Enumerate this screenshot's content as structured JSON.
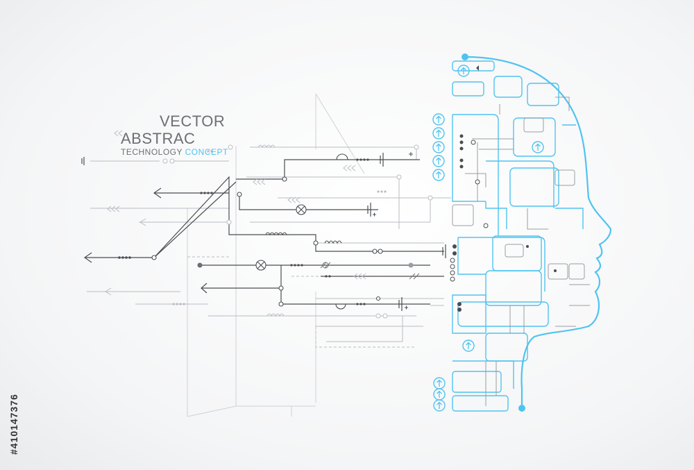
{
  "title": {
    "line1": "VECTOR",
    "line2": "ABSTRAC",
    "line3_main": "TECHNOLOGY",
    "line3_accent": "CONCEPT"
  },
  "side_id": "#410147376",
  "colors": {
    "accent": "#4fc3f0",
    "circuit_dark": "#4a4c50",
    "circuit_light": "#b9bcc1",
    "text": "#6d6f73"
  },
  "icons": {
    "face": "circuit-face-icon",
    "arrow": "arrow-left-icon",
    "lamp": "lamp-icon",
    "up_arrow": "arrow-up-circle-icon"
  }
}
